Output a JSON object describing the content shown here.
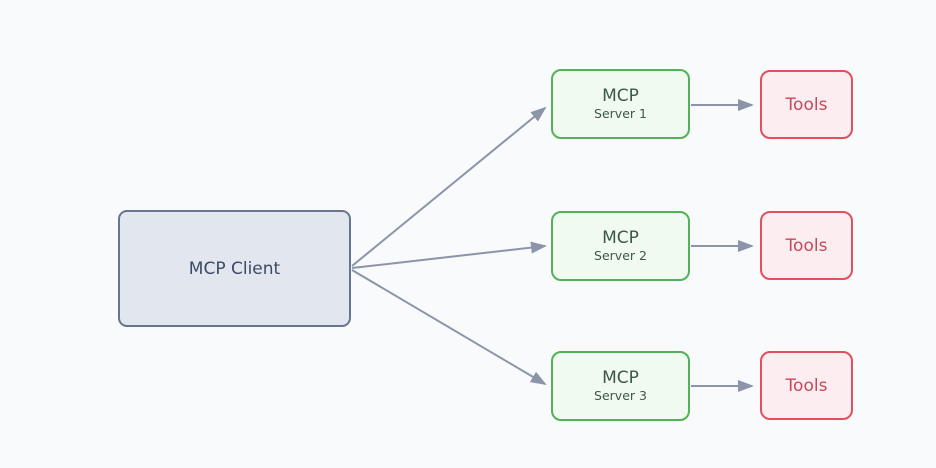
{
  "diagram": {
    "client": {
      "label": "MCP Client"
    },
    "rows": [
      {
        "server": {
          "title": "MCP",
          "subtitle": "Server 1"
        },
        "tools": {
          "label": "Tools"
        }
      },
      {
        "server": {
          "title": "MCP",
          "subtitle": "Server 2"
        },
        "tools": {
          "label": "Tools"
        }
      },
      {
        "server": {
          "title": "MCP",
          "subtitle": "Server 3"
        },
        "tools": {
          "label": "Tools"
        }
      }
    ],
    "edges": [
      {
        "from": "mcp-client",
        "to": "mcp-server-1"
      },
      {
        "from": "mcp-client",
        "to": "mcp-server-2"
      },
      {
        "from": "mcp-client",
        "to": "mcp-server-3"
      },
      {
        "from": "mcp-server-1",
        "to": "tools-1"
      },
      {
        "from": "mcp-server-2",
        "to": "tools-2"
      },
      {
        "from": "mcp-server-3",
        "to": "tools-3"
      }
    ]
  },
  "colors": {
    "page_bg": "#f8fafc",
    "client_fill": "#e2e6ee",
    "client_border": "#67758f",
    "client_text": "#3d4a63",
    "server_fill": "#f0faf0",
    "server_border": "#53b257",
    "server_text": "#3e5748",
    "tools_fill": "#fceef0",
    "tools_border": "#e0515f",
    "tools_text": "#c5485c",
    "arrow": "#8b94a9"
  }
}
